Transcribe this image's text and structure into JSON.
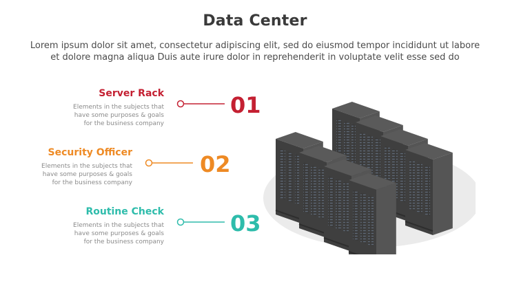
{
  "header": {
    "title": "Data Center",
    "subtitle_line1": "Lorem ipsum dolor sit amet, consectetur adipiscing elit, sed do eiusmod tempor incididunt ut labore",
    "subtitle_line2": "et dolore magna aliqua Duis aute irure dolor in reprehenderit in voluptate velit esse sed do"
  },
  "items": [
    {
      "title": "Server Rack",
      "desc1": "Elements in the subjects that",
      "desc2": "have  some purposes & goals",
      "desc3": "for the  business company",
      "number": "01",
      "color": "#c42032"
    },
    {
      "title": "Security Officer",
      "desc1": "Elements in the subjects that",
      "desc2": "have  some purposes & goals",
      "desc3": "for the  business company",
      "number": "02",
      "color": "#ee8a24"
    },
    {
      "title": "Routine Check",
      "desc1": "Elements in the subjects that",
      "desc2": "have  some purposes & goals",
      "desc3": "for the  business company",
      "number": "03",
      "color": "#2ebcab"
    }
  ],
  "illustration": {
    "icon": "server-racks-illustration",
    "rack_color": "#4a4a4a",
    "ellipse_color": "#ebebeb"
  }
}
